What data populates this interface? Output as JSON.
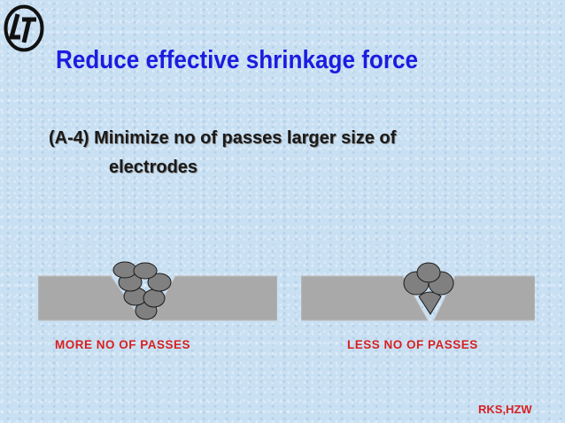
{
  "slide": {
    "title": "Reduce effective shrinkage force",
    "bullet": {
      "prefix": "(A-4)",
      "line1": "Minimize no of passes larger size of",
      "line2": "electrodes"
    },
    "diagrams": [
      {
        "caption": "MORE NO OF PASSES",
        "weld_passes": 7
      },
      {
        "caption": "LESS NO OF PASSES",
        "weld_passes": 4
      }
    ],
    "footer": "RKS,HZW"
  },
  "colors": {
    "background": "#c9e0f3",
    "title": "#1c1ce0",
    "caption": "#d62020",
    "plate": "#a9a9a9",
    "bead": "#808080"
  },
  "icons": {
    "logo": "lt-logo"
  }
}
